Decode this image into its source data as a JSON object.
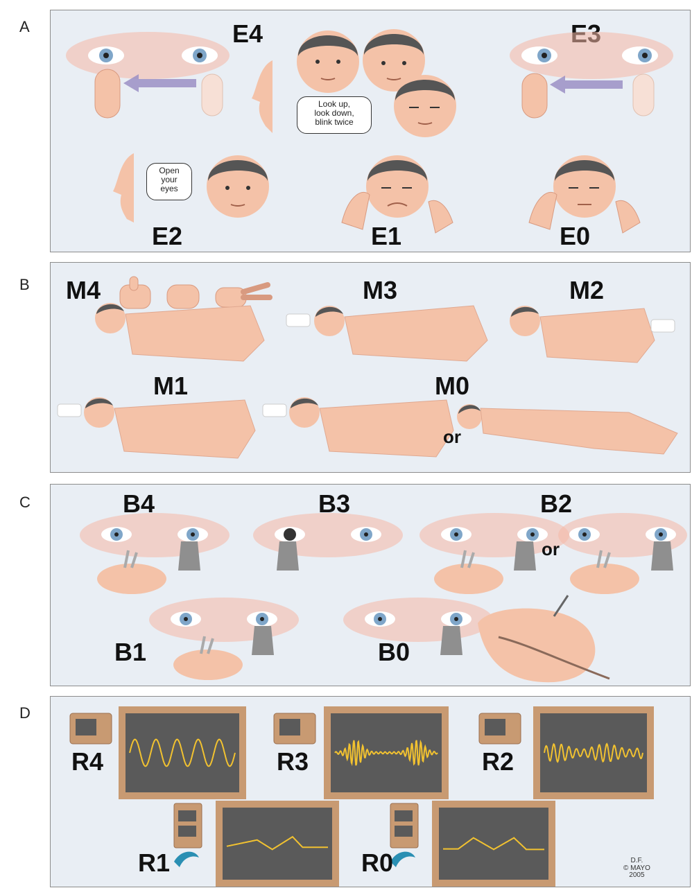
{
  "panels": {
    "a": {
      "letter": "A",
      "labels": {
        "e4": "E4",
        "e3": "E3",
        "e2": "E2",
        "e1": "E1",
        "e0": "E0"
      },
      "bubble_e4": [
        "Look up,",
        "look down,",
        "blink twice"
      ],
      "bubble_e2": [
        "Open",
        "your",
        "eyes"
      ]
    },
    "b": {
      "letter": "B",
      "labels": {
        "m4": "M4",
        "m3": "M3",
        "m2": "M2",
        "m1": "M1",
        "m0": "M0"
      },
      "or_text": "or"
    },
    "c": {
      "letter": "C",
      "labels": {
        "b4": "B4",
        "b3": "B3",
        "b2": "B2",
        "b1": "B1",
        "b0": "B0"
      },
      "or_text": "or"
    },
    "d": {
      "letter": "D",
      "labels": {
        "r4": "R4",
        "r3": "R3",
        "r2": "R2",
        "r1": "R1",
        "r0": "R0"
      },
      "credit": [
        "D.F.",
        "© MAYO",
        "2005"
      ]
    }
  },
  "colors": {
    "panel_bg": "#e9eef4",
    "skin": "#f4c2a8",
    "skin_glow": "#f6b8a6",
    "hair": "#555555",
    "iris": "#7fa6c9",
    "monitor_frame": "#c89a72",
    "monitor_screen": "#5a5a5a",
    "waveform": "#f2c230",
    "arrow": "#9b8fc4",
    "scope": "#8f8f8f",
    "tube": "#2a8fb3"
  },
  "icons": [
    "eye-icon",
    "head-icon",
    "finger-icon",
    "hand-icon",
    "body-icon",
    "scope-icon",
    "monitor-icon",
    "ventilator-icon",
    "arrow-icon"
  ]
}
